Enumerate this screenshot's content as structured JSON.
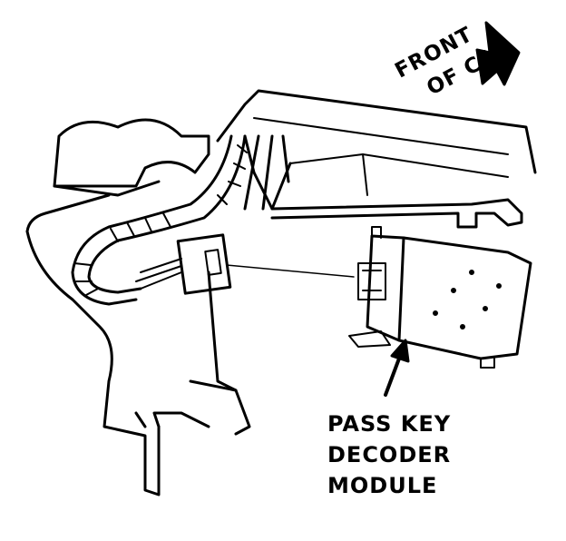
{
  "direction_label": {
    "line1": "FRONT",
    "line2": "OF CAR"
  },
  "component_label": {
    "line1": "PASS KEY",
    "line2": "DECODER",
    "line3": "MODULE"
  },
  "colors": {
    "ink": "#000000",
    "paper": "#ffffff"
  }
}
